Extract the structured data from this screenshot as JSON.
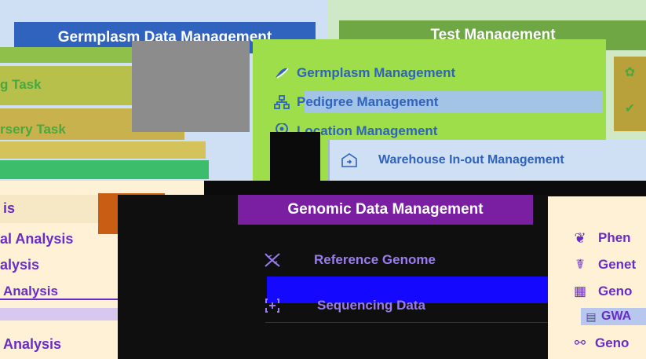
{
  "colors": {
    "germplasm_panel": "#cfe0f5",
    "germplasm_header": "#2f63be",
    "test_panel": "#cfe9c6",
    "test_header": "#6ea743",
    "genomic_header": "#7a1fa2",
    "genomic_panel": "#0f0f0f",
    "analysis_panel": "#fff1d6",
    "analysis_text": "#6a2cc8",
    "item_text": "#2f63be"
  },
  "germplasm": {
    "title": "Germplasm Data Management",
    "tasks": [
      "g Task",
      "rsery Task"
    ],
    "menu": [
      {
        "icon": "dna-leaf-icon",
        "label": "Germplasm Management"
      },
      {
        "icon": "hierarchy-icon",
        "label": "Pedigree Management"
      },
      {
        "icon": "location-pin-icon",
        "label": "Location Management"
      },
      {
        "icon": "warehouse-icon",
        "label": "Warehouse In-out Management"
      }
    ]
  },
  "test": {
    "title": "Test Management"
  },
  "analysis": {
    "tab_label": "is",
    "items": [
      "al Analysis",
      "alysis",
      "Analysis",
      "Analysis"
    ]
  },
  "genomic": {
    "title": "Genomic Data Management",
    "items": [
      {
        "icon": "dna-icon",
        "label": "Reference Genome"
      },
      {
        "icon": "sequencing-icon",
        "label": "Sequencing Data"
      }
    ]
  },
  "phenotype": {
    "items": [
      {
        "icon": "seedling-icon",
        "label": "Phen"
      },
      {
        "icon": "dna-icon",
        "label": "Genet"
      },
      {
        "icon": "genomic-icon",
        "label": "Geno"
      },
      {
        "icon": "gwas-icon",
        "label": "GWA"
      },
      {
        "icon": "molecule-icon",
        "label": "Geno"
      }
    ]
  }
}
